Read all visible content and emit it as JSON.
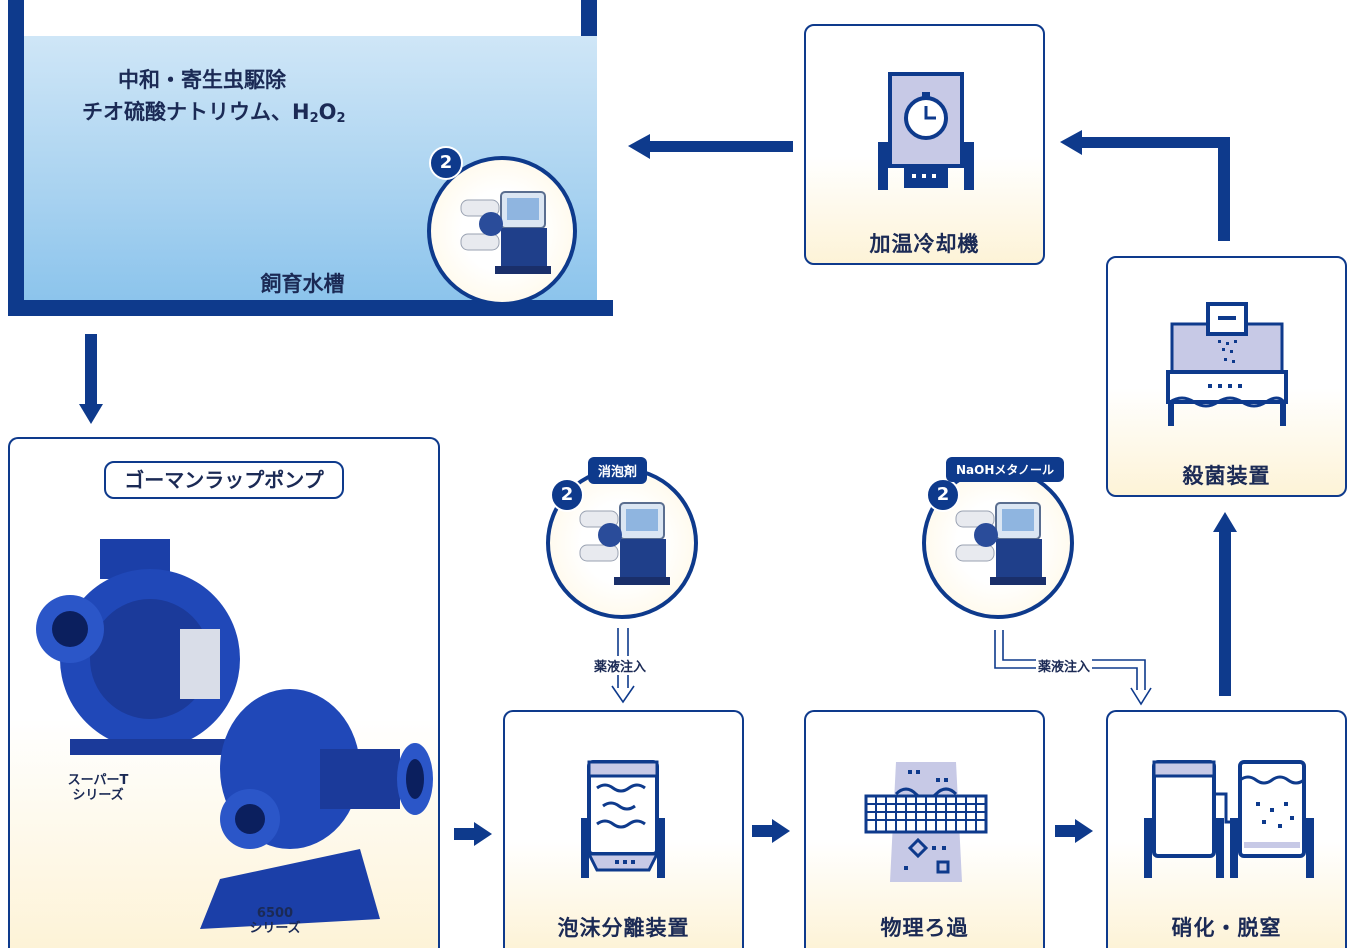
{
  "tank": {
    "line1": "中和・寄生虫駆除",
    "line2_prefix": "チオ硫酸ナトリウム、H",
    "line2_sub1": "2",
    "line2_mid": "O",
    "line2_sub2": "2",
    "label": "飼育水槽",
    "pump_number": "2"
  },
  "boxes": {
    "heater": "加温冷却機",
    "sterilizer": "殺菌装置",
    "foam": "泡沫分離装置",
    "filter": "物理ろ過",
    "nitrify": "硝化・脱窒"
  },
  "gorman": {
    "title": "ゴーマンラップポンプ",
    "series_t_line1": "スーパーT",
    "series_t_line2": "シリーズ",
    "series_6500_line1": "6500",
    "series_6500_line2": "シリーズ"
  },
  "dosing": {
    "foam_pump_number": "2",
    "foam_tag": "消泡剤",
    "foam_inject": "薬液注入",
    "naoh_pump_number": "2",
    "naoh_tag": "NaOHメタノール",
    "naoh_inject": "薬液注入"
  },
  "colors": {
    "primary": "#0e3a8c",
    "water": "#a8d2f0",
    "box_fill": "#fdf3d7"
  }
}
